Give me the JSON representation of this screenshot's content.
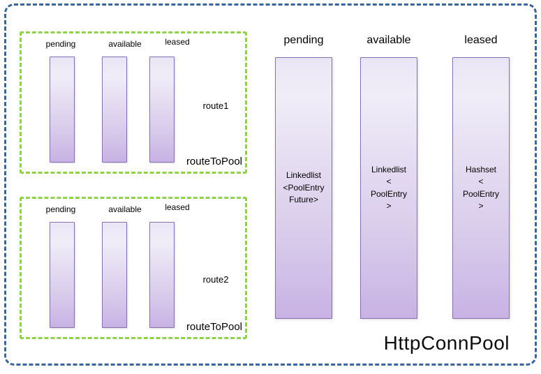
{
  "route_pools": [
    {
      "name": "route1",
      "pool_label": "routeToPool",
      "columns": [
        "pending",
        "available",
        "leased"
      ]
    },
    {
      "name": "route2",
      "pool_label": "routeToPool",
      "columns": [
        "pending",
        "available",
        "leased"
      ]
    }
  ],
  "http_conn_pool": {
    "title": "HttpConnPool",
    "columns": [
      {
        "header": "pending",
        "body": "Linkedlist\n<PoolEntry\nFuture>"
      },
      {
        "header": "available",
        "body": "Linkedlist\n<\nPoolEntry\n>"
      },
      {
        "header": "leased",
        "body": "Hashset\n<\nPoolEntry\n>"
      }
    ]
  },
  "colors": {
    "outer_border": "#3c6497",
    "route_border": "#92d050",
    "bar_border": "#8472ad",
    "bar_gradient_top": "#f0edf8",
    "bar_gradient_bottom": "#c8b2e4",
    "text": "#000000"
  }
}
